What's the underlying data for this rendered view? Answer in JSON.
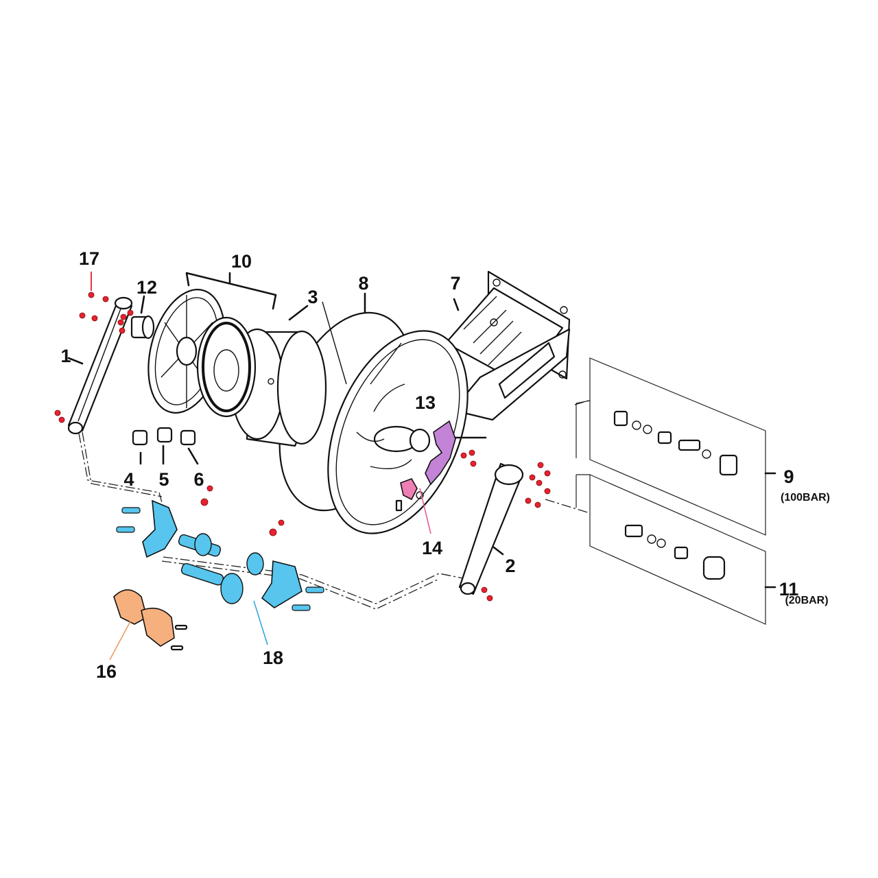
{
  "labels": {
    "p1": "1",
    "p2": "2",
    "p3": "3",
    "p4": "4",
    "p5": "5",
    "p6": "6",
    "p7": "7",
    "p8": "8",
    "p9": "9",
    "p9_sub": "(100BAR)",
    "p10": "10",
    "p11": "11",
    "p11_sub": "(20BAR)",
    "p12": "12",
    "p13": "13",
    "p14": "14",
    "p16": "16",
    "p17": "17",
    "p18": "18"
  },
  "colors": {
    "line": "#111111",
    "screw_red": "#e8222e",
    "bracket_blue": "#57c5ee",
    "guide_orange": "#f6b07e",
    "ratchet_purple": "#c383d6",
    "pawl_pink": "#ee7fb4",
    "leader_red": "#e0202a",
    "leader_blue": "#2fa8dc",
    "leader_orange": "#f09a5e",
    "leader_purple": "#b06cc6",
    "leader_pink": "#e85c9a"
  }
}
